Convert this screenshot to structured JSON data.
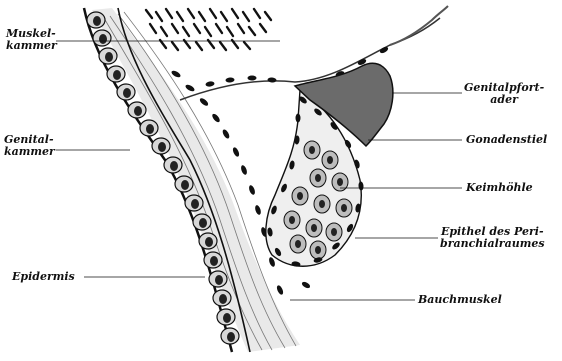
{
  "figure": {
    "labels": {
      "muskelkammer": [
        "Muskel-",
        "kammer"
      ],
      "genitalkammer": [
        "Genital-",
        "kammer"
      ],
      "epidermis": "Epidermis",
      "genitalpfortader": [
        "Genitalpfort-",
        "ader"
      ],
      "gonadenstiel": "Gonadenstiel",
      "keimhoehle": "Keimhöhle",
      "epithel": [
        "Epithel des Peri-",
        "branchialraumes"
      ],
      "bauchmuskel": "Bauchmuskel"
    },
    "colors": {
      "ink": "#111111",
      "tissue_fill": "#e6e6e6",
      "blood_vessel": "#666666",
      "cell_fill": "#bdbdbd",
      "nucleus": "#222222"
    }
  }
}
